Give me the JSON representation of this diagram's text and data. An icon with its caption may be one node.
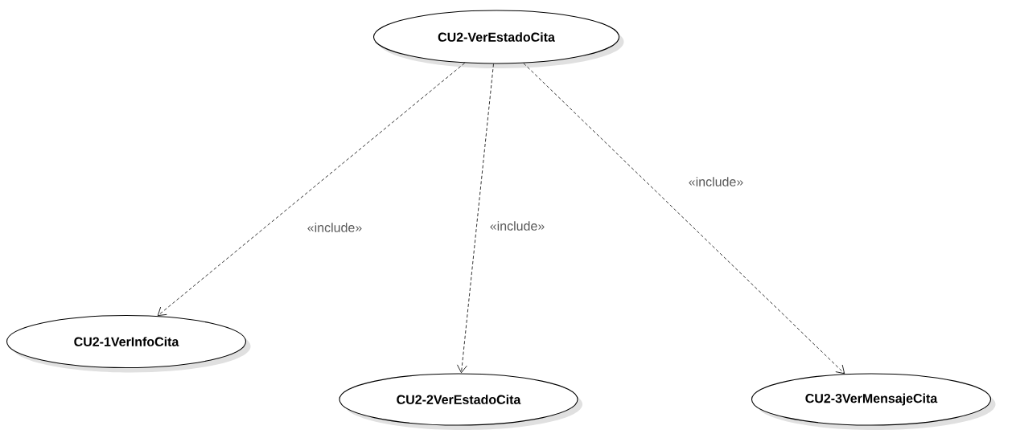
{
  "diagram": {
    "nodes": [
      {
        "text": [
          "CU2-VerEstadoCita"
        ]
      },
      {
        "text": [
          "CU2-1VerInfoCita"
        ]
      },
      {
        "text": [
          "CU2-2VerEstadoCita"
        ]
      },
      {
        "text": [
          "CU2-3VerMensajeCita"
        ]
      }
    ],
    "edges": [
      {
        "from": 0,
        "to": 1,
        "arrow": "to",
        "label": "«include»",
        "style": "dashed"
      },
      {
        "from": 0,
        "to": 2,
        "arrow": "to",
        "label": "«include»",
        "style": "dashed"
      },
      {
        "from": 0,
        "to": 3,
        "arrow": "to",
        "label": "«include»",
        "style": "dashed"
      }
    ]
  }
}
